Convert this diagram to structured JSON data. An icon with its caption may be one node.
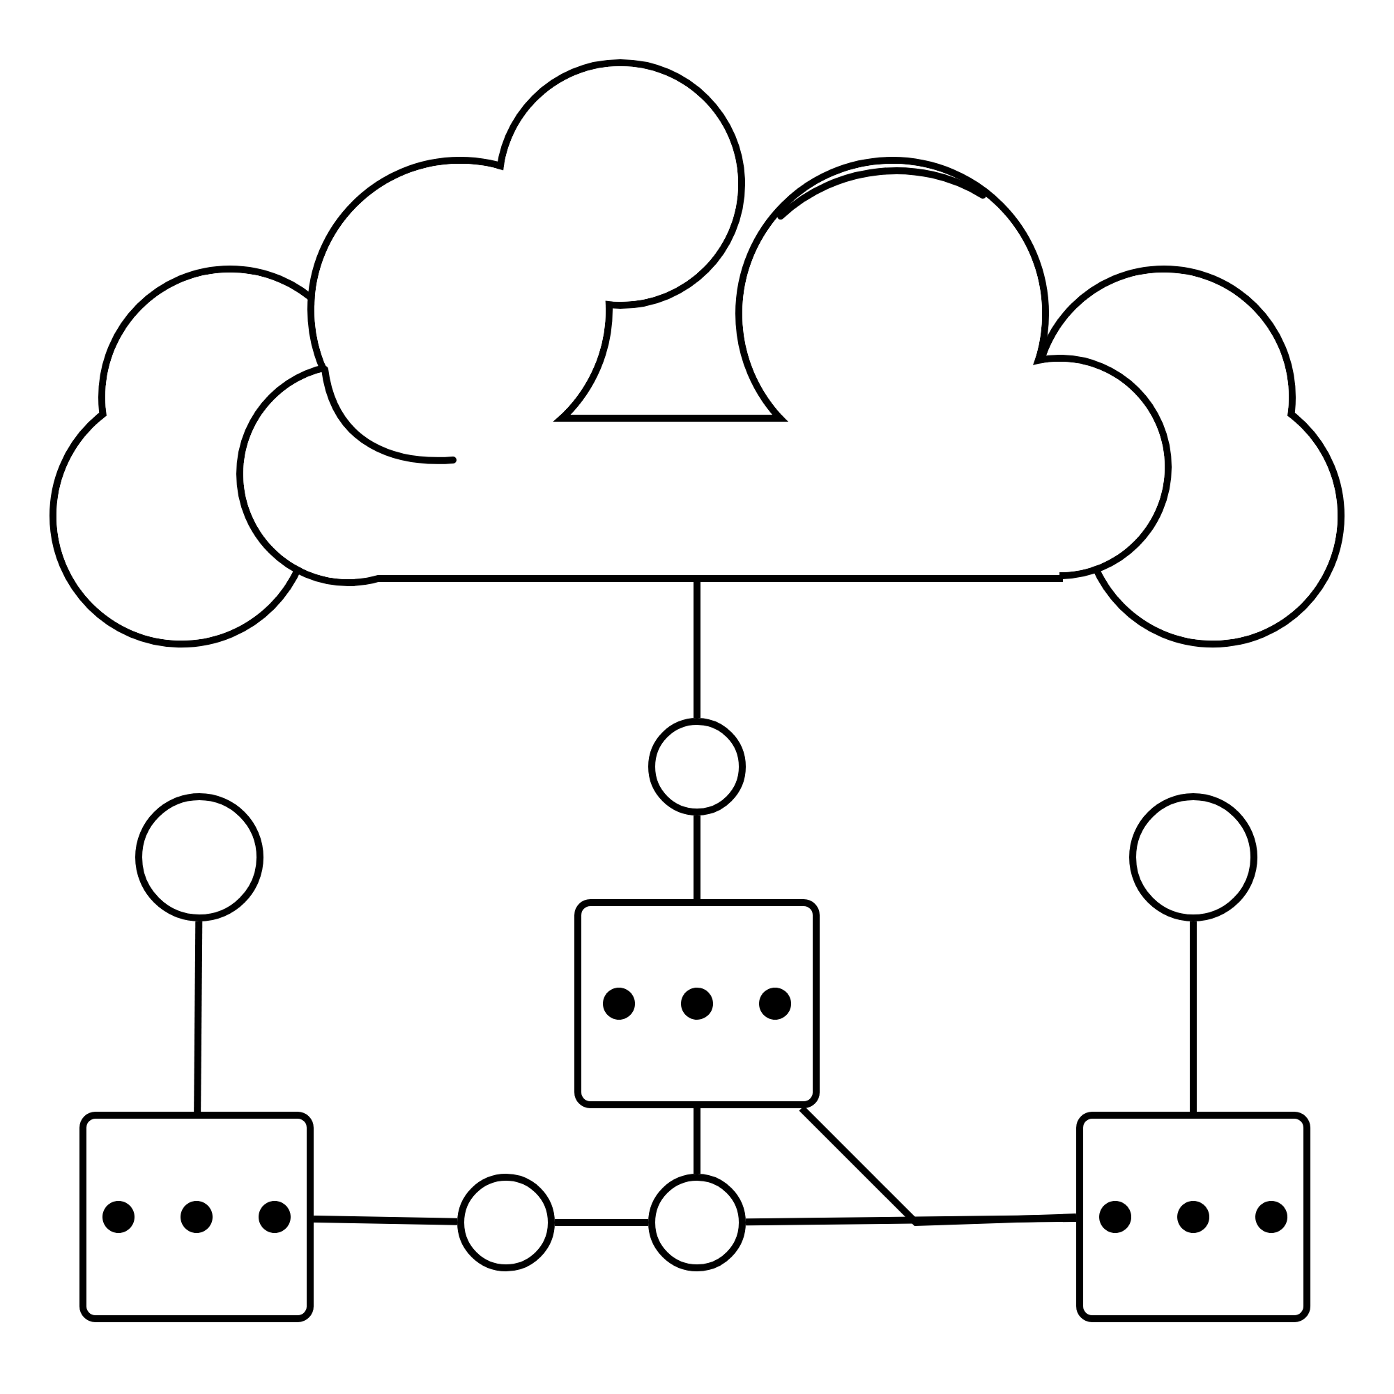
{
  "diagram": {
    "nodes": [
      {
        "text": [],
        "shape": "cloud"
      },
      {
        "text": [],
        "shape": "circle"
      },
      {
        "text": [],
        "shape": "circle"
      },
      {
        "text": [],
        "shape": "circle"
      },
      {
        "text": [],
        "shape": "box"
      },
      {
        "text": [],
        "shape": "box"
      },
      {
        "text": [],
        "shape": "circle"
      },
      {
        "text": [],
        "shape": "circle"
      },
      {
        "text": [],
        "shape": "box"
      }
    ],
    "edges": [
      {
        "from": 0,
        "to": 1,
        "arrow": "none"
      },
      {
        "from": 1,
        "to": 4,
        "arrow": "none"
      },
      {
        "from": 4,
        "to": 7,
        "arrow": "none"
      },
      {
        "from": 2,
        "to": 5,
        "arrow": "none"
      },
      {
        "from": 3,
        "to": 8,
        "arrow": "none"
      },
      {
        "from": 5,
        "to": 6,
        "arrow": "none"
      },
      {
        "from": 6,
        "to": 7,
        "arrow": "none"
      },
      {
        "from": 7,
        "to": 8,
        "arrow": "none"
      },
      {
        "from": 4,
        "to": 8,
        "arrow": "none"
      }
    ]
  }
}
